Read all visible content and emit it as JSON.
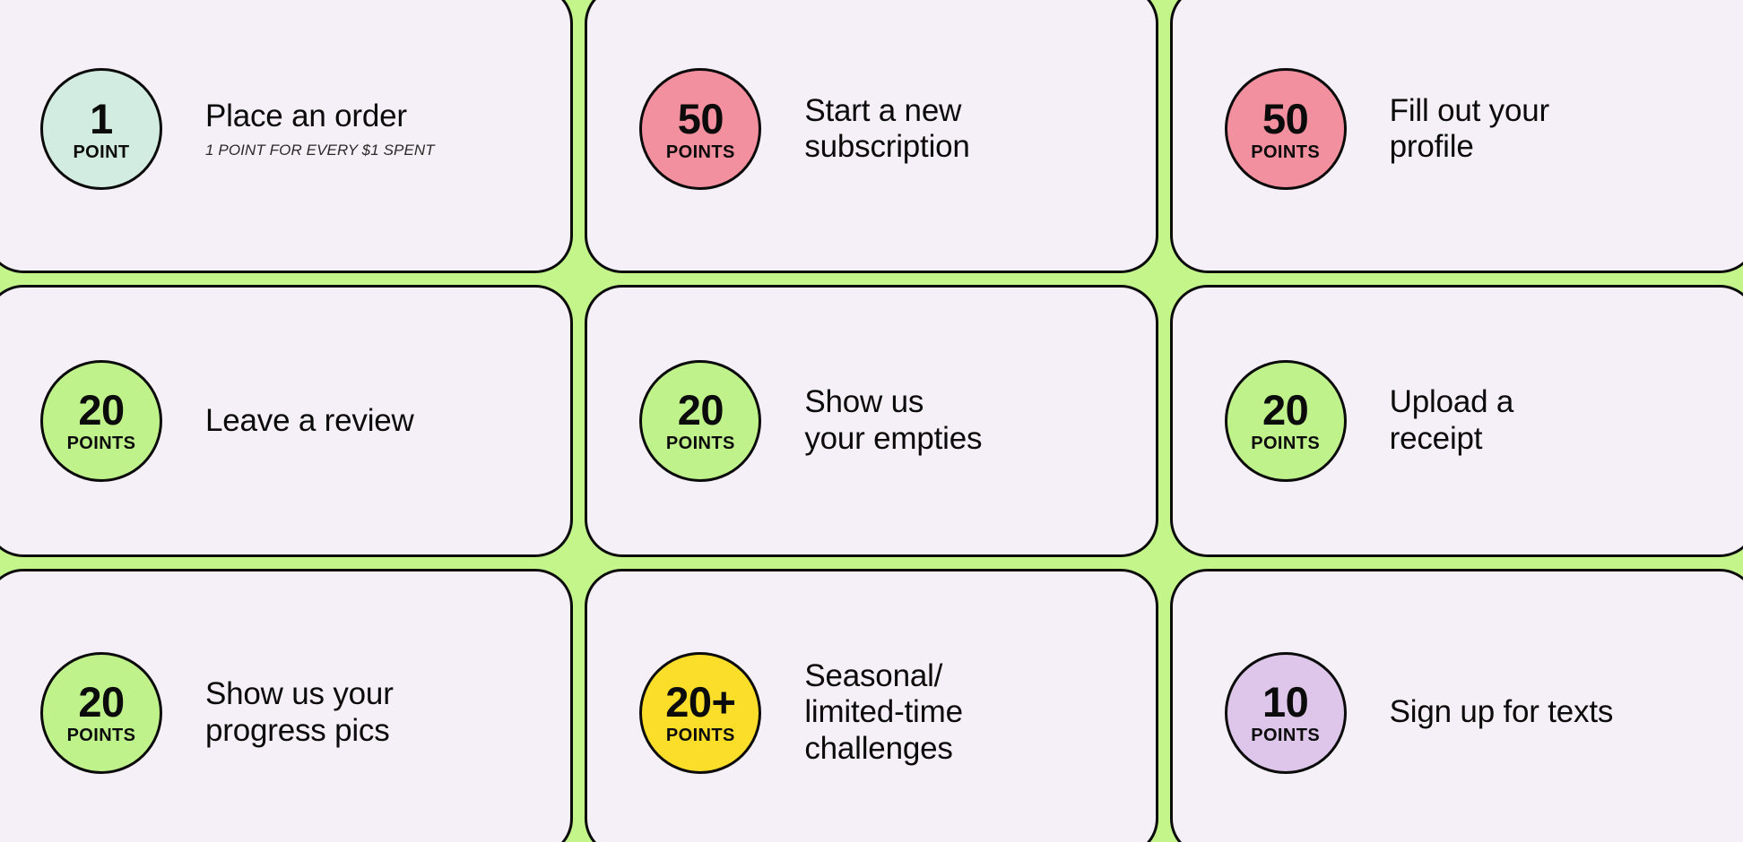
{
  "board": {
    "name": "rewards-points-board",
    "background_color": "#c3f58b",
    "card_background_color": "#f5f0f7",
    "border_color": "#0b0b0b",
    "columns": 3,
    "rows": 3
  },
  "palette": {
    "green_background": "#c3f58b",
    "card_lavender": "#f5f0f7",
    "mint": "#d3ece2",
    "pink": "#f2909f",
    "lime": "#c0f28c",
    "yellow": "#fade2a",
    "purple": "#ddc6e9",
    "ink": "#0b0b0b"
  },
  "cards": [
    {
      "points_value": "1",
      "points_unit": "POINT",
      "badge_color": "#d3ece2",
      "title": "Place an order",
      "subtitle": "1 POINT FOR EVERY $1 SPENT"
    },
    {
      "points_value": "50",
      "points_unit": "POINTS",
      "badge_color": "#f2909f",
      "title": "Start a new\nsubscription",
      "subtitle": ""
    },
    {
      "points_value": "50",
      "points_unit": "POINTS",
      "badge_color": "#f2909f",
      "title": "Fill out your\nprofile",
      "subtitle": ""
    },
    {
      "points_value": "20",
      "points_unit": "POINTS",
      "badge_color": "#c0f28c",
      "title": "Leave a review",
      "subtitle": ""
    },
    {
      "points_value": "20",
      "points_unit": "POINTS",
      "badge_color": "#c0f28c",
      "title": "Show us\nyour empties",
      "subtitle": ""
    },
    {
      "points_value": "20",
      "points_unit": "POINTS",
      "badge_color": "#c0f28c",
      "title": "Upload a\nreceipt",
      "subtitle": ""
    },
    {
      "points_value": "20",
      "points_unit": "POINTS",
      "badge_color": "#c0f28c",
      "title": "Show us your\nprogress pics",
      "subtitle": ""
    },
    {
      "points_value": "20+",
      "points_unit": "POINTS",
      "badge_color": "#fade2a",
      "title": "Seasonal/\nlimited-time\nchallenges",
      "subtitle": ""
    },
    {
      "points_value": "10",
      "points_unit": "POINTS",
      "badge_color": "#ddc6e9",
      "title": "Sign up for texts",
      "subtitle": ""
    }
  ]
}
